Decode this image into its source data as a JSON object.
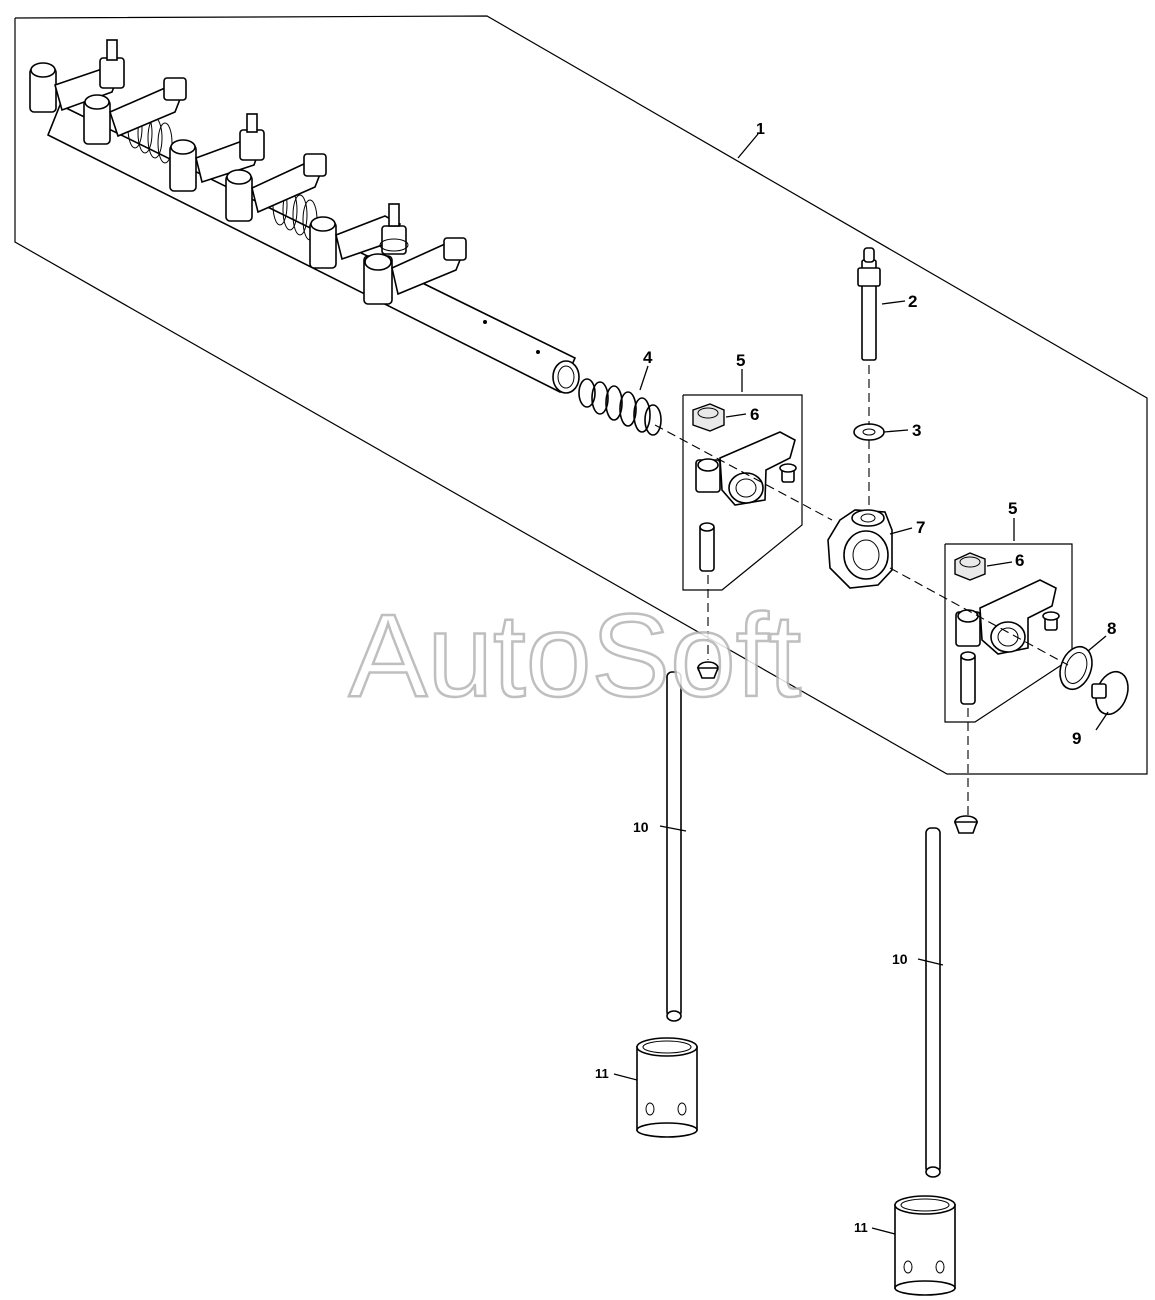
{
  "watermark": "AutoSoft",
  "callouts": {
    "c1": "1",
    "c2": "2",
    "c3": "3",
    "c4": "4",
    "c5a": "5",
    "c5b": "5",
    "c6a": "6",
    "c6b": "6",
    "c7": "7",
    "c8": "8",
    "c9": "9",
    "c10a": "10",
    "c10b": "10",
    "c11a": "11",
    "c11b": "11"
  }
}
